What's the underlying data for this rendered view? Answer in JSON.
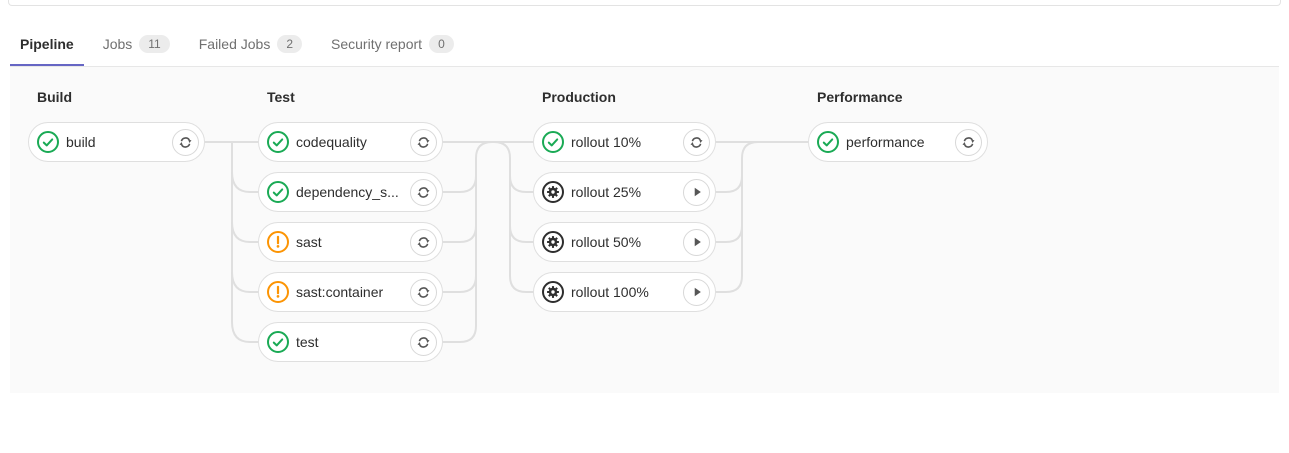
{
  "tabs": [
    {
      "label": "Pipeline",
      "active": true
    },
    {
      "label": "Jobs",
      "badge": "11"
    },
    {
      "label": "Failed Jobs",
      "badge": "2"
    },
    {
      "label": "Security report",
      "badge": "0"
    }
  ],
  "colors": {
    "success": "#1aaa55",
    "warning": "#fc9403",
    "manual": "#2e2e2e",
    "connector": "#dfdfdf",
    "accent_underline": "#6666c4",
    "pill_border": "#dfdfdf",
    "graph_bg": "#fafafa",
    "text_primary": "#2e2e2e",
    "text_secondary": "#707070",
    "badge_bg": "#ececec",
    "action_icon": "#565656"
  },
  "icons": {
    "success": "status-success-check-circle-icon",
    "warning": "status-warning-exclamation-circle-icon",
    "manual": "status-manual-gear-circle-icon",
    "retry": "retry-icon",
    "play": "play-icon"
  },
  "pipeline": {
    "stages": [
      {
        "name": "Build",
        "jobs": [
          {
            "label": "build",
            "status": "success",
            "action": "retry"
          }
        ]
      },
      {
        "name": "Test",
        "jobs": [
          {
            "label": "codequality",
            "status": "success",
            "action": "retry"
          },
          {
            "label": "dependency_s...",
            "status": "success",
            "action": "retry"
          },
          {
            "label": "sast",
            "status": "warning",
            "action": "retry"
          },
          {
            "label": "sast:container",
            "status": "warning",
            "action": "retry"
          },
          {
            "label": "test",
            "status": "success",
            "action": "retry"
          }
        ]
      },
      {
        "name": "Production",
        "jobs": [
          {
            "label": "rollout 10%",
            "status": "success",
            "action": "retry"
          },
          {
            "label": "rollout 25%",
            "status": "manual",
            "action": "play"
          },
          {
            "label": "rollout 50%",
            "status": "manual",
            "action": "play"
          },
          {
            "label": "rollout 100%",
            "status": "manual",
            "action": "play"
          }
        ]
      },
      {
        "name": "Performance",
        "jobs": [
          {
            "label": "performance",
            "status": "success",
            "action": "retry"
          }
        ]
      }
    ]
  }
}
